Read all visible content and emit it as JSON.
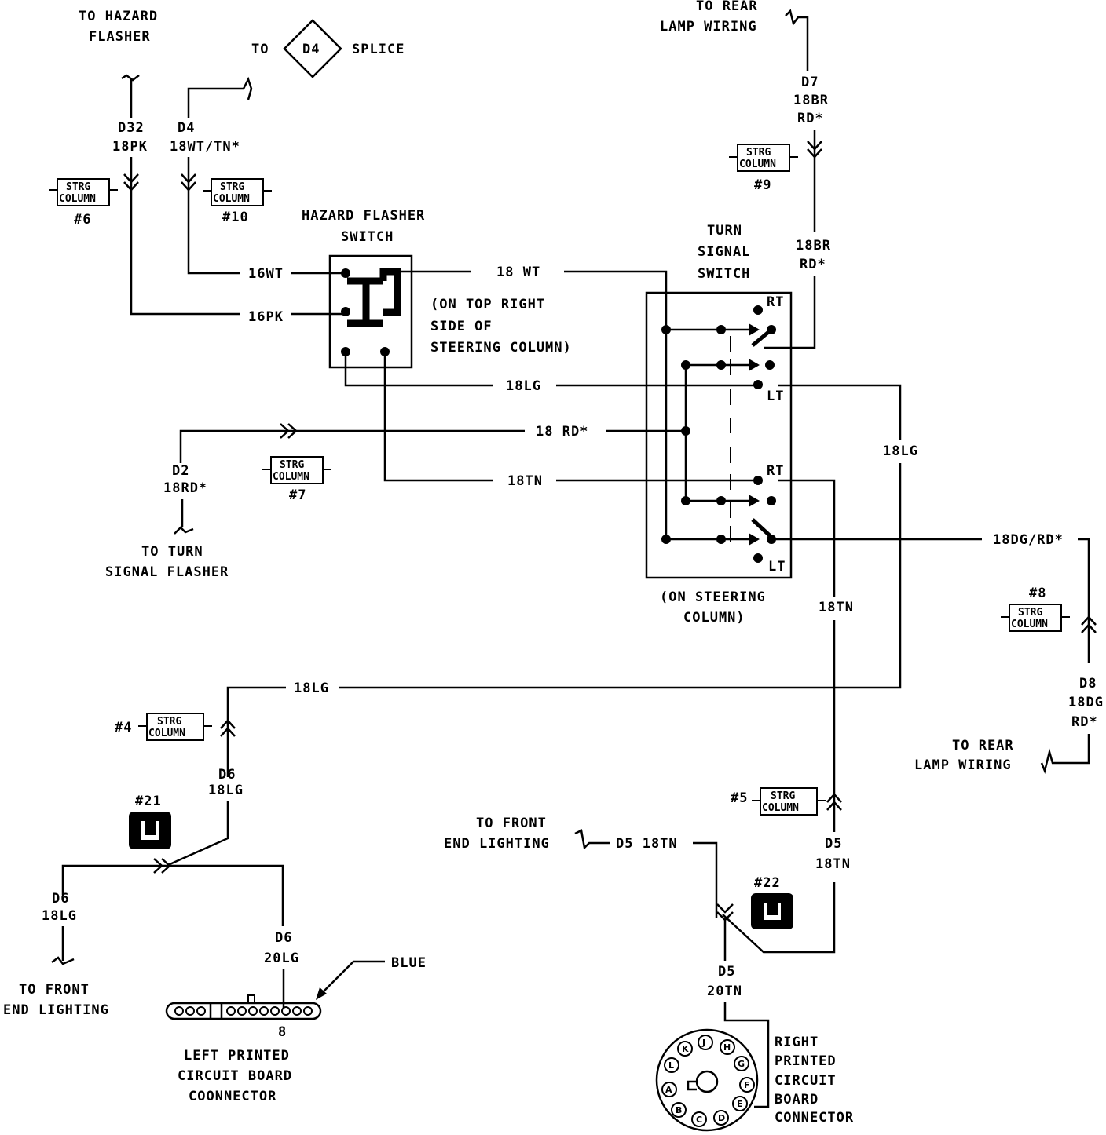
{
  "labels": {
    "to_hazard_flasher_1": "TO HAZARD",
    "to_hazard_flasher_2": "FLASHER",
    "to_d4": "TO",
    "d4_splice_id": "D4",
    "d4_splice": "SPLICE",
    "to_rear_lamp_top_1": "TO REAR",
    "to_rear_lamp_top_2": "LAMP WIRING",
    "d7_1": "D7",
    "d7_2": "18BR",
    "d7_3": "RD*",
    "d32_1": "D32",
    "d32_2": "18PK",
    "d4_1": "D4",
    "d4_2": "18WT/TN*",
    "strg_6": "#6",
    "strg_10": "#10",
    "strg_9": "#9",
    "strg_7": "#7",
    "strg_4": "#4",
    "strg_5": "#5",
    "strg_8": "#8",
    "strg_top": "STRG",
    "strg_bot": "COLUMN",
    "hazard_switch_1": "HAZARD FLASHER",
    "hazard_switch_2": "SWITCH",
    "turn_switch_1": "TURN",
    "turn_switch_2": "SIGNAL",
    "turn_switch_3": "SWITCH",
    "br_mid_1": "18BR",
    "br_mid_2": "RD*",
    "w16wt": "16WT",
    "w16pk": "16PK",
    "w18wt": "18 WT",
    "loc_1": "(ON TOP RIGHT",
    "loc_2": "SIDE OF",
    "loc_3": "STEERING COLUMN)",
    "w18lg_a": "18LG",
    "w18rd": "18 RD*",
    "w18tn_a": "18TN",
    "w18lg_b": "18LG",
    "w18dgrd": "18DG/RD*",
    "w18tn_b": "18TN",
    "w18lg_c": "18LG",
    "rt1": "RT",
    "lt1": "LT",
    "rt2": "RT",
    "lt2": "LT",
    "d2_1": "D2",
    "d2_2": "18RD*",
    "to_turn_flasher_1": "TO TURN",
    "to_turn_flasher_2": "SIGNAL FLASHER",
    "on_col_1": "(ON STEERING",
    "on_col_2": "COLUMN)",
    "d8_1": "D8",
    "d8_2": "18DG",
    "d8_3": "RD*",
    "to_rear_lamp_bot_1": "TO REAR",
    "to_rear_lamp_bot_2": "LAMP WIRING",
    "d6_a_1": "D6",
    "d6_a_2": "18LG",
    "c21": "#21",
    "d6_b_1": "D6",
    "d6_b_2": "18LG",
    "to_front_left_1": "TO FRONT",
    "to_front_left_2": "END LIGHTING",
    "d6_c_1": "D6",
    "d6_c_2": "20LG",
    "blue": "BLUE",
    "pin8": "8",
    "left_pcb_1": "LEFT PRINTED",
    "left_pcb_2": "CIRCUIT BOARD",
    "left_pcb_3": "COONNECTOR",
    "to_front_right_1": "TO FRONT",
    "to_front_right_2": "END LIGHTING",
    "d5_line": "D5 18TN",
    "d5_a_1": "D5",
    "d5_a_2": "18TN",
    "c22": "#22",
    "d5_b_1": "D5",
    "d5_b_2": "20TN",
    "right_pcb_1": "RIGHT",
    "right_pcb_2": "PRINTED",
    "right_pcb_3": "CIRCUIT",
    "right_pcb_4": "BOARD",
    "right_pcb_5": "CONNECTOR"
  },
  "connector_pins": [
    "K",
    "J",
    "H",
    "L",
    "G",
    "A",
    "F",
    "B",
    "C",
    "D",
    "E"
  ]
}
